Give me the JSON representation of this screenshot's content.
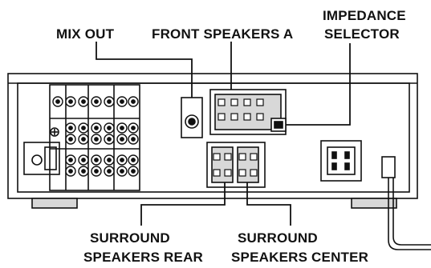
{
  "labels": {
    "mix_out": "MIX OUT",
    "front_speakers_a": "FRONT SPEAKERS A",
    "impedance_line1": "IMPEDANCE",
    "impedance_line2": "SELECTOR",
    "surround_rear_line1": "SURROUND",
    "surround_rear_line2": "SPEAKERS REAR",
    "surround_center_line1": "SURROUND",
    "surround_center_line2": "SPEAKERS CENTER"
  },
  "colors": {
    "ink": "#111111",
    "panel": "#ffffff",
    "shade": "#d8d8d8"
  }
}
